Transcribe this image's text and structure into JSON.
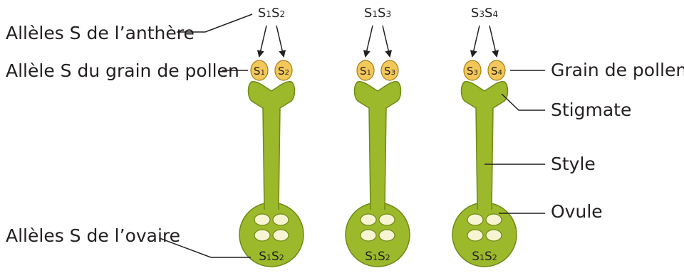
{
  "colors": {
    "pistil": "#9cb92c",
    "pistil_stroke": "#6f8a16",
    "grain": "#f2c85a",
    "grain_stroke": "#a87d12",
    "ovule": "#f6f4d2",
    "line": "#231f20"
  },
  "labels": {
    "anther_alleles": "Allèles S de l’anthère",
    "grain_allele": "Allèle S du grain de pollen",
    "ovary_alleles": "Allèles S de l’ovaire",
    "pollen_grain": "Grain de pollen",
    "stigma": "Stigmate",
    "style": "Style",
    "ovule": "Ovule"
  },
  "pistils": [
    {
      "anther": [
        {
          "letter": "S",
          "sub": "1"
        },
        {
          "letter": "S",
          "sub": "2"
        }
      ],
      "grains": [
        {
          "letter": "S",
          "sub": "1"
        },
        {
          "letter": "S",
          "sub": "2"
        }
      ],
      "ovary": [
        {
          "letter": "S",
          "sub": "1"
        },
        {
          "letter": "S",
          "sub": "2"
        }
      ]
    },
    {
      "anther": [
        {
          "letter": "S",
          "sub": "1"
        },
        {
          "letter": "S",
          "sub": "3"
        }
      ],
      "grains": [
        {
          "letter": "S",
          "sub": "1"
        },
        {
          "letter": "S",
          "sub": "3"
        }
      ],
      "ovary": [
        {
          "letter": "S",
          "sub": "1"
        },
        {
          "letter": "S",
          "sub": "2"
        }
      ]
    },
    {
      "anther": [
        {
          "letter": "S",
          "sub": "3"
        },
        {
          "letter": "S",
          "sub": "4"
        }
      ],
      "grains": [
        {
          "letter": "S",
          "sub": "3"
        },
        {
          "letter": "S",
          "sub": "4"
        }
      ],
      "ovary": [
        {
          "letter": "S",
          "sub": "1"
        },
        {
          "letter": "S",
          "sub": "2"
        }
      ]
    }
  ]
}
